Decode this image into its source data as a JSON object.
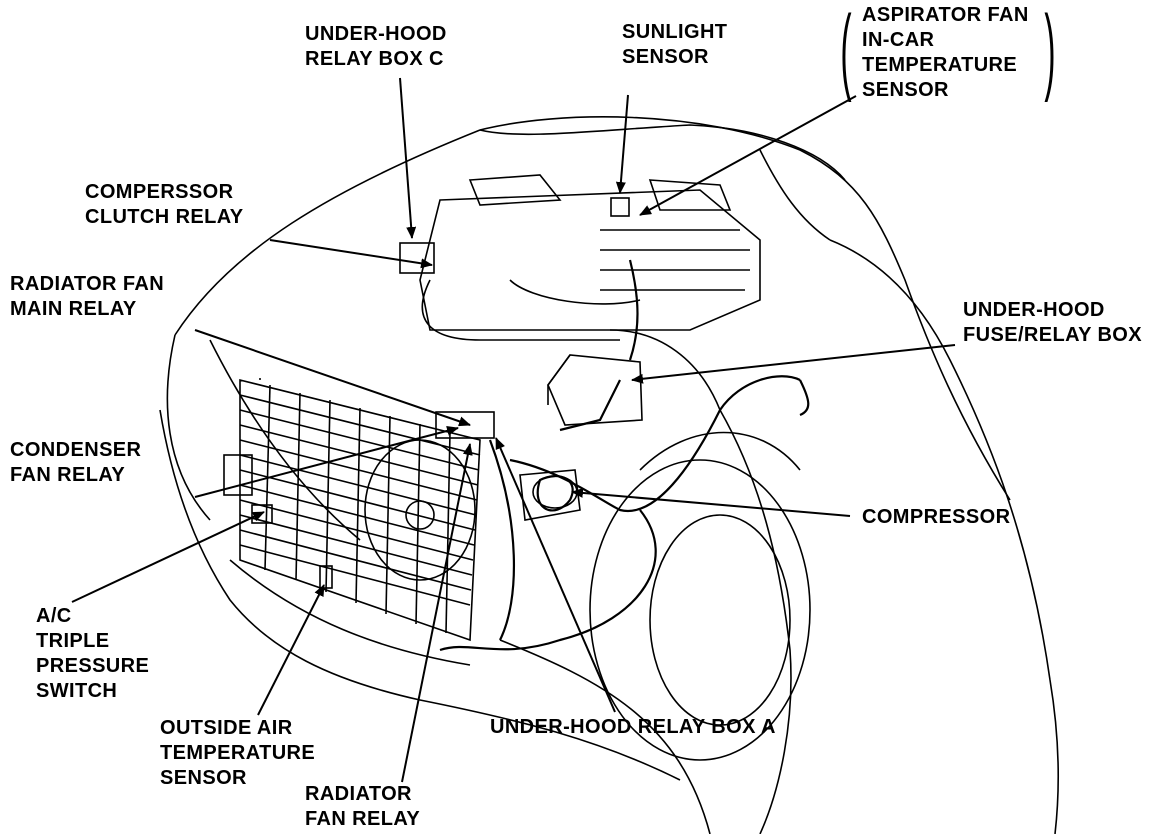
{
  "labels": {
    "relay_box_c": [
      "UNDER-HOOD",
      "RELAY BOX C"
    ],
    "sunlight_sensor": [
      "SUNLIGHT",
      "SENSOR"
    ],
    "aspirator": [
      "ASPIRATOR FAN",
      "IN-CAR",
      "TEMPERATURE",
      "SENSOR"
    ],
    "clutch_relay": [
      "COMPERSSOR",
      "CLUTCH RELAY"
    ],
    "rad_fan_main_relay": [
      "RADIATOR FAN",
      "MAIN RELAY"
    ],
    "fuse_relay_box": [
      "UNDER-HOOD",
      "FUSE/RELAY BOX"
    ],
    "condenser_fan_relay": [
      "CONDENSER",
      "FAN RELAY"
    ],
    "compressor": [
      "COMPRESSOR"
    ],
    "triple_switch": [
      "A/C",
      "TRIPLE",
      "PRESSURE",
      "SWITCH"
    ],
    "outside_air_sensor": [
      "OUTSIDE AIR",
      "TEMPERATURE",
      "SENSOR"
    ],
    "relay_box_a": [
      "UNDER-HOOD RELAY BOX A"
    ],
    "radiator_fan_relay": [
      "RADIATOR",
      "FAN RELAY"
    ]
  },
  "brace_glyphs": [
    "(",
    ")"
  ]
}
